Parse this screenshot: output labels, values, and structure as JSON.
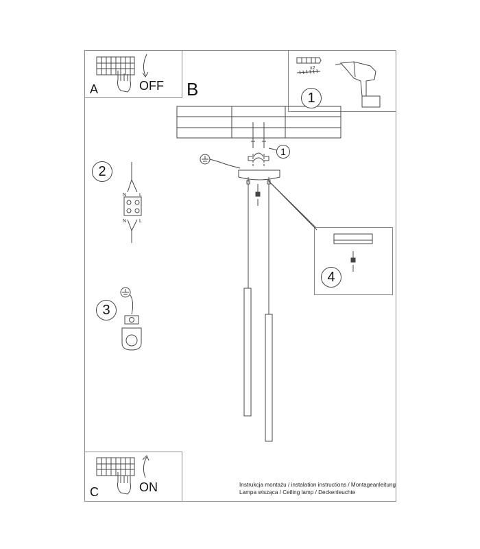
{
  "panels": {
    "a": {
      "letter": "A",
      "action": "OFF"
    },
    "b": {
      "letter": "B"
    },
    "c": {
      "letter": "C",
      "action": "ON"
    }
  },
  "steps": {
    "tools": {
      "number": "1",
      "multiplier": "x2"
    },
    "mount": {
      "number": "1"
    },
    "wiring": {
      "number": "2",
      "terminal_left": "N",
      "terminal_right": "L"
    },
    "ground": {
      "number": "3"
    },
    "bulb": {
      "number": "4"
    }
  },
  "footer": {
    "line1": "Instrukcja montażu / instalation instructions / Montageanleitung",
    "line2": "Lampa wisząca / Ceiling lamp / Deckenleuchte"
  },
  "colors": {
    "line": "#444444",
    "frame": "#8a8a8a"
  },
  "icons": [
    "switch-panel-icon",
    "hand-icon",
    "arrow-icon",
    "drill-icon",
    "wall-plug-icon",
    "screw-icon",
    "ground-icon",
    "terminal-block-icon",
    "bulb-icon"
  ]
}
